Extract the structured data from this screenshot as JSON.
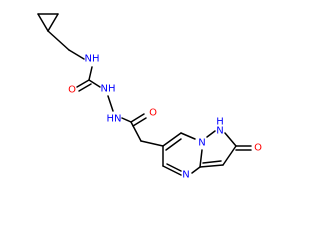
{
  "molecule": {
    "colors": {
      "bond": "#000000",
      "N": "#0000ff",
      "O": "#ff0000"
    },
    "atoms": {
      "nh_amide": "NH",
      "o_urea": "O",
      "nh_hydrazide_1": "NH",
      "nh_hydrazide_2": "HN",
      "o_acetyl": "O",
      "n_ring_bridge": "N",
      "nh_pyrazole": "H",
      "n_pyrazole": "N",
      "o_ring": "O",
      "n_pyrimidine": "N"
    }
  }
}
